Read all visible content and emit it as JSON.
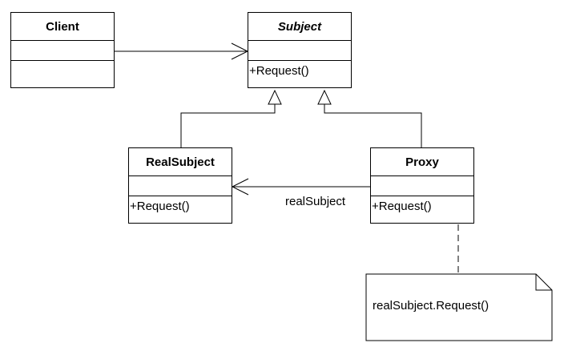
{
  "classes": {
    "client": {
      "name": "Client"
    },
    "subject": {
      "name": "Subject",
      "operation": "+Request()"
    },
    "real_subject": {
      "name": "RealSubject",
      "operation": "+Request()"
    },
    "proxy": {
      "name": "Proxy",
      "operation": "+Request()"
    }
  },
  "associations": {
    "proxy_to_real_subject": {
      "role": "realSubject"
    }
  },
  "note": {
    "text": "realSubject.Request()"
  },
  "colors": {
    "line": "#000000",
    "background": "#ffffff"
  }
}
